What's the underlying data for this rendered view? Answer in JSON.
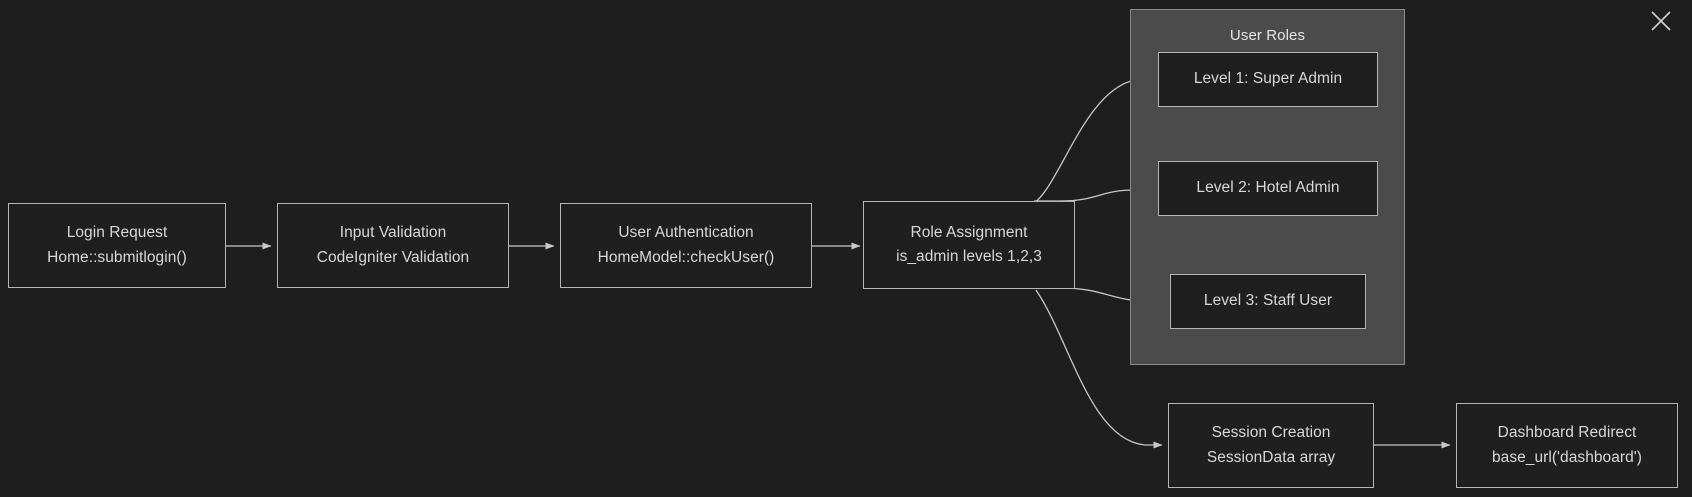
{
  "diagram": {
    "background_color": "#1e1e1e",
    "node_fill_color": "#1f1f1f",
    "node_border_color": "#b5b5b5",
    "panel_fill_color": "#4b4b4b",
    "text_color": "#d8d8d8",
    "connector_color": "#c8c8c8"
  },
  "close_button": {
    "icon": "close-icon",
    "label": "Close"
  },
  "group": {
    "title": "User Roles"
  },
  "nodes": [
    {
      "id": "login-request",
      "line1": "Login Request",
      "line2": "Home::submitlogin()"
    },
    {
      "id": "input-validation",
      "line1": "Input Validation",
      "line2": "CodeIgniter Validation"
    },
    {
      "id": "user-authentication",
      "line1": "User Authentication",
      "line2": "HomeModel::checkUser()"
    },
    {
      "id": "role-assignment",
      "line1": "Role Assignment",
      "line2": "is_admin levels 1,2,3"
    },
    {
      "id": "level-1",
      "line1": "Level 1: Super Admin",
      "line2": ""
    },
    {
      "id": "level-2",
      "line1": "Level 2: Hotel Admin",
      "line2": ""
    },
    {
      "id": "level-3",
      "line1": "Level 3: Staff User",
      "line2": ""
    },
    {
      "id": "session-creation",
      "line1": "Session Creation",
      "line2": "SessionData array"
    },
    {
      "id": "dashboard-redirect",
      "line1": "Dashboard Redirect",
      "line2": "base_url('dashboard')"
    }
  ]
}
